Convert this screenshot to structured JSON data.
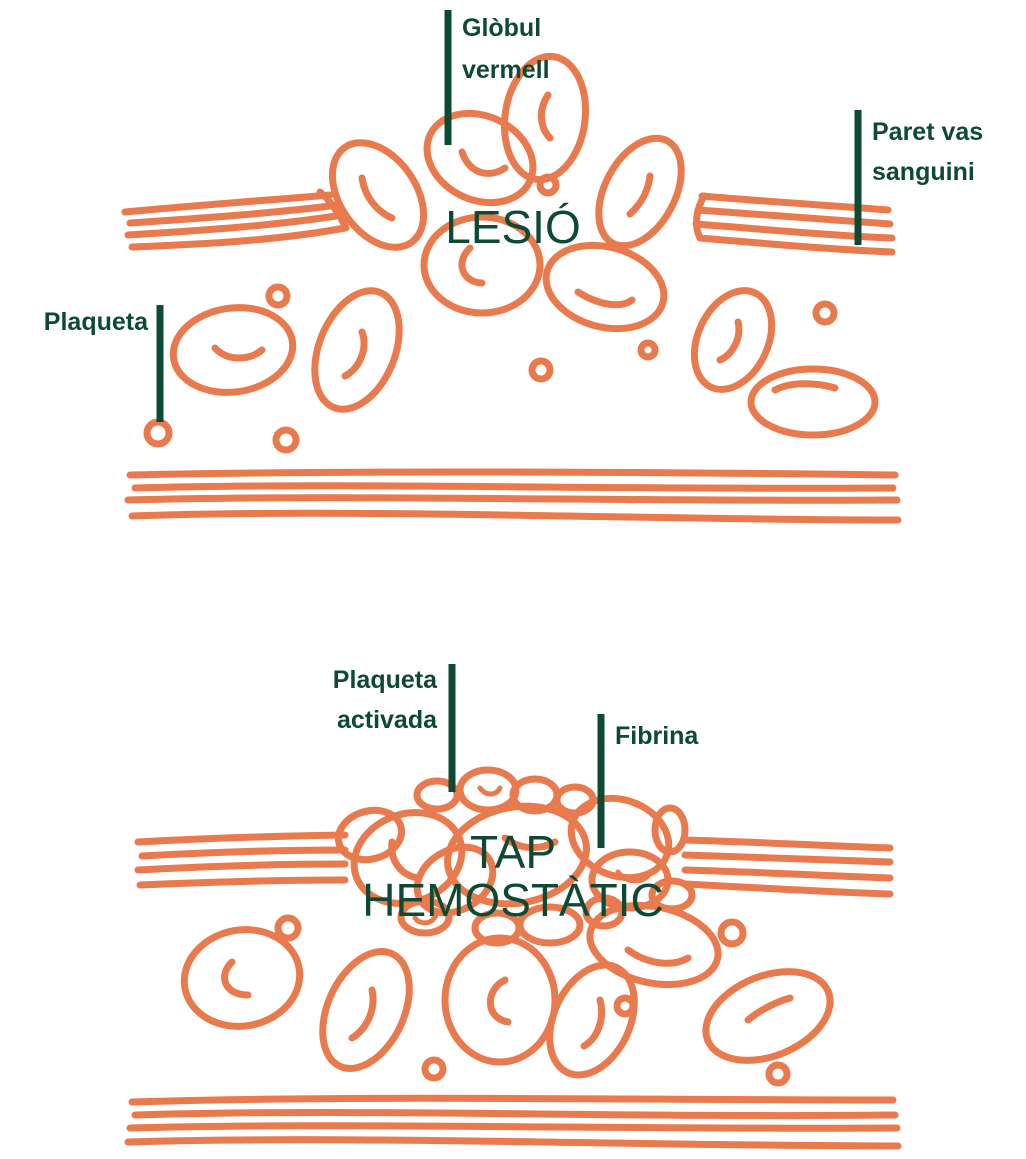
{
  "top_panel": {
    "label_red_cell_line1": "Glòbul",
    "label_red_cell_line2": "vermell",
    "label_vessel_wall_line1": "Paret vas",
    "label_vessel_wall_line2": "sanguini",
    "label_platelet": "Plaqueta",
    "center_title": "LESIÓ"
  },
  "bottom_panel": {
    "label_activated_line1": "Plaqueta",
    "label_activated_line2": "activada",
    "label_fibrin": "Fibrina",
    "center_title_line1": "TAP",
    "center_title_line2": "HEMOSTÀTIC"
  },
  "colors": {
    "drawing": "#E87A4E",
    "labels": "#0E4A33",
    "background": "#FFFFFF"
  }
}
